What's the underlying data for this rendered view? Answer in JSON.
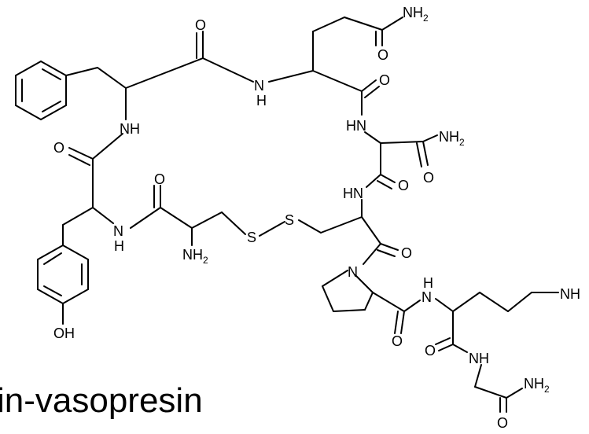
{
  "caption": "in-vasopresin",
  "atoms": {
    "nh": "NH",
    "hn": "HN",
    "n": "N",
    "h": "H",
    "o": "O",
    "s": "S",
    "oh": "OH",
    "nh2_main": "NH",
    "nh2_sub": "2",
    "nh_lys": "NH"
  }
}
